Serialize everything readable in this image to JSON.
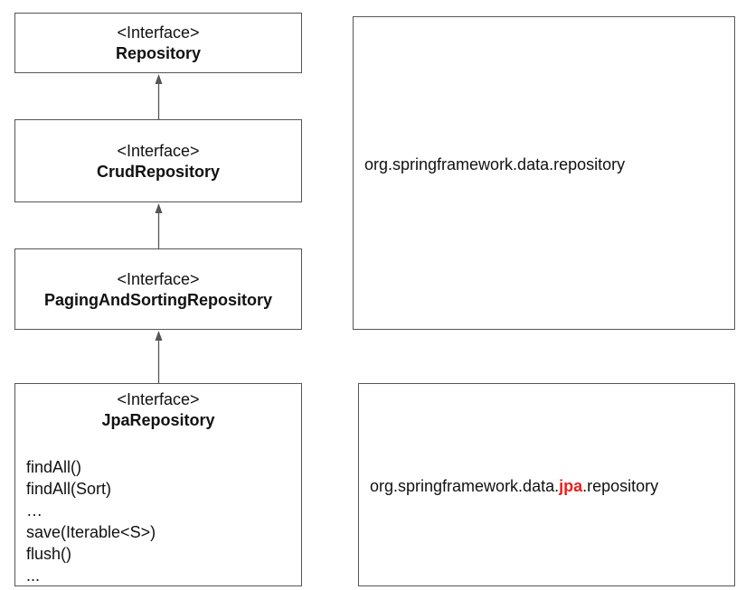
{
  "interfaces": [
    {
      "stereotype": "<Interface>",
      "name": "Repository"
    },
    {
      "stereotype": "<Interface>",
      "name": "CrudRepository"
    },
    {
      "stereotype": "<Interface>",
      "name": "PagingAndSortingRepository"
    },
    {
      "stereotype": "<Interface>",
      "name": "JpaRepository",
      "methods": [
        "findAll()",
        "findAll(Sort)",
        "…",
        "save(Iterable<S>)",
        "flush()",
        "..."
      ]
    }
  ],
  "packages": {
    "core": {
      "label": "org.springframework.data.repository"
    },
    "jpa": {
      "prefix": "org.springframework.data.",
      "highlight": "jpa",
      "suffix": ".repository"
    }
  },
  "colors": {
    "border": "#555555",
    "arrow": "#555555",
    "highlight": "#e6201f"
  }
}
